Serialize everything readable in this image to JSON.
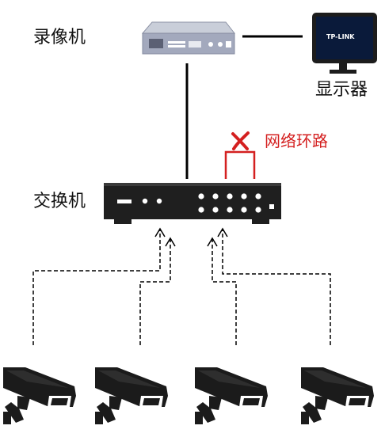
{
  "labels": {
    "recorder": "录像机",
    "monitor": "显示器",
    "switch": "交换机",
    "loop": "网络环路",
    "monitor_brand": "TP-LINK"
  },
  "colors": {
    "loop": "#d42020",
    "line": "#000000",
    "device_dark": "#222222",
    "recorder_body": "#9aa1b8"
  },
  "icons": {
    "recorder": "nvr-icon",
    "monitor": "monitor-icon",
    "switch": "network-switch-icon",
    "camera": "cctv-camera-icon",
    "loop_mark": "red-x-icon"
  }
}
